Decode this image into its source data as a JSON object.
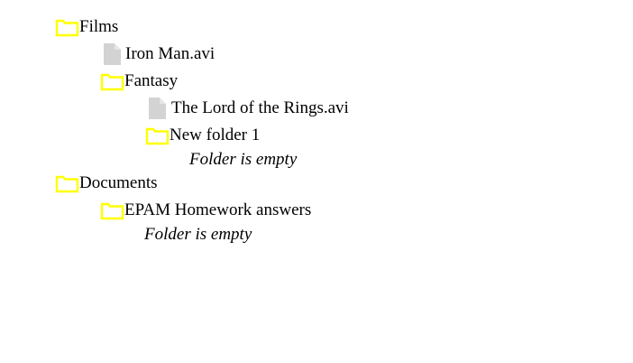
{
  "colors": {
    "folder": "#ffff00",
    "file": "#d3d3d3",
    "text": "#000000"
  },
  "tree": {
    "films": {
      "label": "Films",
      "icon": "folder-icon",
      "children": {
        "iron_man": {
          "label": "Iron Man.avi",
          "icon": "file-icon"
        },
        "fantasy": {
          "label": "Fantasy",
          "icon": "folder-icon",
          "children": {
            "lotr": {
              "label": "The Lord of the Rings.avi",
              "icon": "file-icon"
            },
            "new_folder_1": {
              "label": "New folder 1",
              "icon": "folder-icon",
              "empty_text": "Folder is empty"
            }
          }
        }
      }
    },
    "documents": {
      "label": "Documents",
      "icon": "folder-icon",
      "children": {
        "epam": {
          "label": "EPAM Homework answers",
          "icon": "folder-icon",
          "empty_text": "Folder is empty"
        }
      }
    }
  }
}
